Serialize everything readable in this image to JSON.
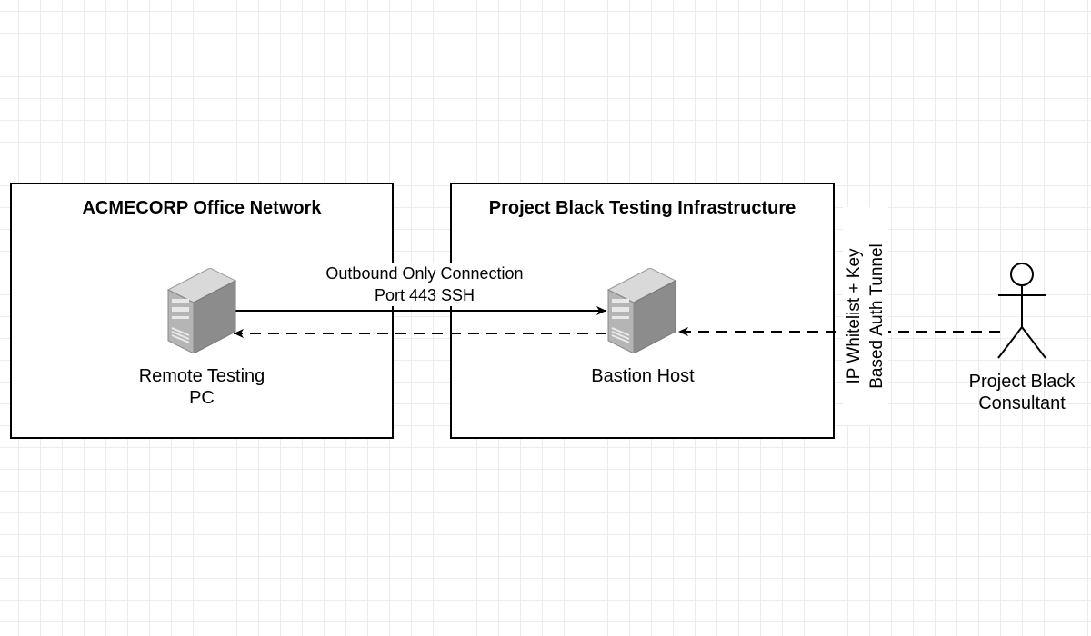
{
  "containers": {
    "office": {
      "title": "ACMECORP Office Network"
    },
    "infra": {
      "title": "Project Black Testing Infrastructure"
    }
  },
  "nodes": {
    "remote_pc": {
      "label_line1": "Remote Testing",
      "label_line2": "PC",
      "icon": "server-icon"
    },
    "bastion": {
      "label": "Bastion Host",
      "icon": "server-icon"
    },
    "consultant": {
      "label_line1": "Project Black",
      "label_line2": "Consultant",
      "icon": "actor-icon"
    }
  },
  "edges": {
    "outbound": {
      "label_line1": "Outbound Only Connection",
      "label_line2": "Port 443 SSH"
    },
    "tunnel": {
      "label_line1": "IP Whitelist + Key",
      "label_line2": "Based Auth Tunnel"
    }
  }
}
